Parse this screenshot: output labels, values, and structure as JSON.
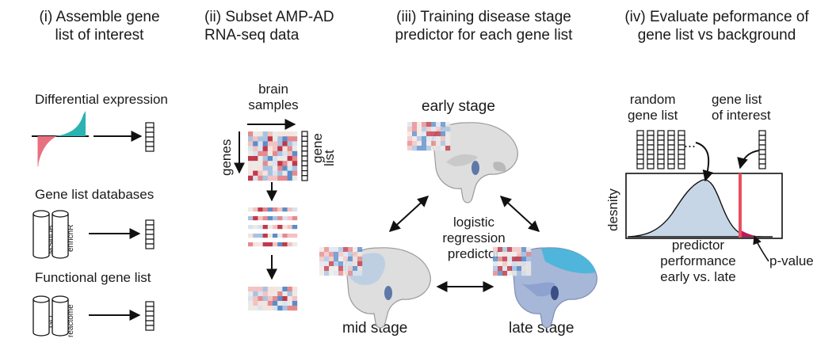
{
  "headers": {
    "step1": [
      "(i) Assemble gene",
      "list of interest"
    ],
    "step2": [
      "(ii) Subset AMP-AD",
      "RNA-seq data"
    ],
    "step3": [
      "(iii) Training disease stage",
      "predictor for each gene list"
    ],
    "step4": [
      "(iv) Evaluate peformance of",
      "gene list vs background"
    ]
  },
  "panel1": {
    "differential_expression": "Differential expression",
    "gene_list_databases": "Gene list databases",
    "functional_gene_list": "Functional gene list",
    "db_msigdb": "MSigDB",
    "db_enrichr": "enrichR",
    "db_go": "GO",
    "db_reactome": "reactome"
  },
  "panel2": {
    "brain_samples": [
      "brain",
      "samples"
    ],
    "genes": "genes",
    "gene_list": [
      "gene",
      "list"
    ]
  },
  "panel3": {
    "early_stage": "early stage",
    "mid_stage": "mid stage",
    "late_stage": "late stage",
    "predictor": [
      "logistic",
      "regression",
      "predictor"
    ]
  },
  "panel4": {
    "random_gene_list": [
      "random",
      "gene list"
    ],
    "gene_list_of_interest": [
      "gene list",
      "of interest"
    ],
    "ellipsis": "...",
    "ylabel": "desnity",
    "xlabel": [
      "predictor",
      "performance",
      "early vs. late"
    ],
    "p_value": "p-value"
  },
  "colors": {
    "teal": "#2ab3b1",
    "pink": "#e8707f",
    "density_fill": "#c6d6e6",
    "interest_line": "#e8505f",
    "tail": "#c2185b",
    "heat_red": "#c0394a",
    "heat_blue": "#5b8dc9"
  }
}
